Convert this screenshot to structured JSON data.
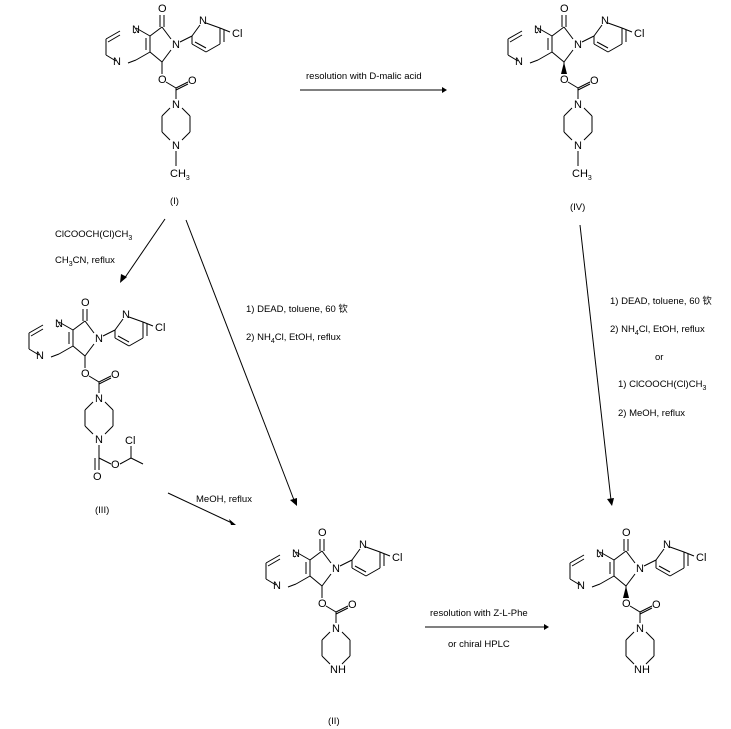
{
  "compounds": {
    "I": {
      "label": "(I)",
      "cl": "Cl",
      "n": "N",
      "o": "O",
      "me": "CH",
      "me_sub": "3"
    },
    "IV": {
      "label": "(IV)",
      "cl": "Cl",
      "n": "N",
      "o": "O",
      "me": "CH",
      "me_sub": "3"
    },
    "III": {
      "label": "(III)",
      "cl": "Cl",
      "n": "N",
      "o": "O"
    },
    "II": {
      "label": "(II)",
      "cl": "Cl",
      "n": "N",
      "o": "O",
      "nh": "H"
    },
    "final": {
      "cl": "Cl",
      "n": "N",
      "o": "O",
      "nh": "H"
    }
  },
  "reactions": {
    "i_to_iv": {
      "line1": "resolution with D-malic acid"
    },
    "i_to_iii": {
      "line1": "ClCOOCH(Cl)CH",
      "line1_sub": "3",
      "line2_a": "CH",
      "line2_sub": "3",
      "line2_b": "CN, reflux"
    },
    "i_to_ii": {
      "step1": "1) DEAD, toluene, 60 钦",
      "step2_a": "2) NH",
      "step2_sub": "4",
      "step2_b": "Cl, EtOH, reflux"
    },
    "iv_to_final": {
      "step1": "1) DEAD, toluene, 60 钦",
      "step2_a": "2) NH",
      "step2_sub": "4",
      "step2_b": "Cl, EtOH, reflux",
      "or": "or",
      "alt1_a": "1) ClCOOCH(Cl)CH",
      "alt1_sub": "3",
      "alt2": "2) MeOH, reflux"
    },
    "iii_to_ii": {
      "line1": "MeOH, reflux"
    },
    "ii_to_final": {
      "line1": "resolution with Z-L-Phe",
      "line2": "or chiral HPLC"
    }
  }
}
